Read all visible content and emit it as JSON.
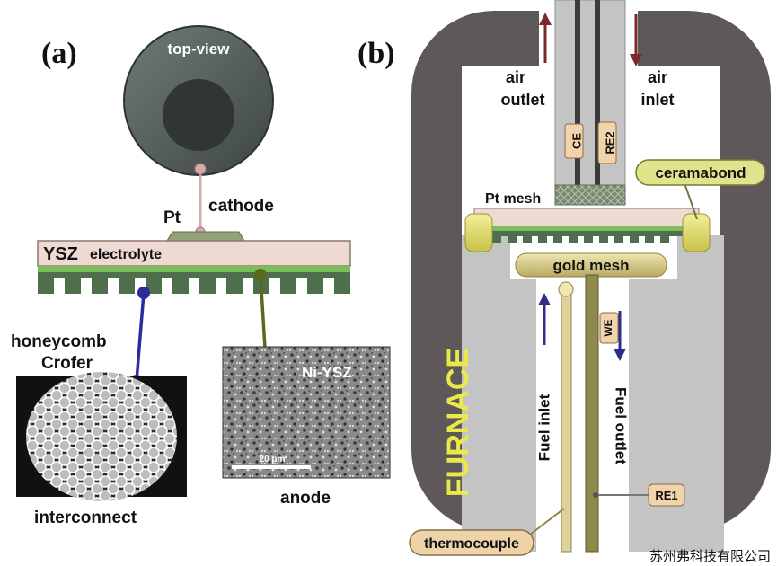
{
  "panel_a": {
    "label": "(a)",
    "top_view_label": "top-view",
    "pt_label": "Pt",
    "cathode_label": "cathode",
    "ysz_label": "YSZ",
    "electrolyte_label": "electrolyte",
    "honeycomb_label": "honeycomb",
    "crofer_label": "Crofer",
    "interconnect_label": "interconnect",
    "niysz_label": "Ni-YSZ",
    "scalebar_label": "20 μm",
    "anode_label": "anode"
  },
  "panel_b": {
    "label": "(b)",
    "air_outlet_line1": "air",
    "air_outlet_line2": "outlet",
    "air_inlet_line1": "air",
    "air_inlet_line2": "inlet",
    "ce_label": "CE",
    "re2_label": "RE2",
    "ceramabond_label": "ceramabond",
    "pt_mesh_label": "Pt mesh",
    "gold_mesh_label": "gold mesh",
    "furnace_label": "FURNACE",
    "we_label": "WE",
    "fuel_inlet_label": "Fuel inlet",
    "fuel_outlet_label": "Fuel outlet",
    "re1_label": "RE1",
    "thermocouple_label": "thermocouple"
  },
  "watermark": "苏州弗科技有限公司",
  "colors": {
    "furnace_shell": "#5e585b",
    "tube_gray": "#c4c4c4",
    "furnace_text": "#ebe84a",
    "gold": "#d8cc87",
    "ysz": "#eedad2",
    "interconnect": "#4e6e4c",
    "mesh_green": "#7cbf5a",
    "air_arrow": "#7a2a2a",
    "fuel_arrow": "#2d2d8a",
    "lead_blue": "#2b2b9a",
    "lead_olive": "#5a6a1c",
    "lead_pink": "#d7a9a9"
  }
}
